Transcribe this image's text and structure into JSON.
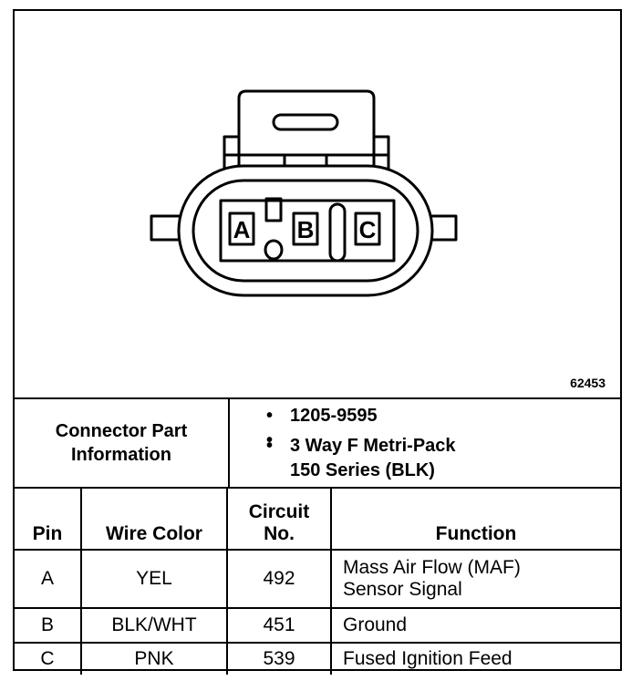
{
  "figure_number": "62453",
  "connector": {
    "pin_letters": [
      "A",
      "B",
      "C"
    ]
  },
  "part_info": {
    "label_line1": "Connector Part",
    "label_line2": "Information",
    "bullet1": "1205-9595",
    "bullet2_line1": "3 Way F Metri-Pack",
    "bullet2_line2": "150 Series (BLK)"
  },
  "pin_table": {
    "headers": {
      "pin": "Pin",
      "wire_color": "Wire Color",
      "circuit_line1": "Circuit",
      "circuit_line2": "No.",
      "function": "Function"
    },
    "rows": [
      {
        "pin": "A",
        "wire_color": "YEL",
        "circuit": "492",
        "function_line1": "Mass Air Flow (MAF)",
        "function_line2": "Sensor Signal"
      },
      {
        "pin": "B",
        "wire_color": "BLK/WHT",
        "circuit": "451",
        "function_line1": "Ground"
      },
      {
        "pin": "C",
        "wire_color": "PNK",
        "circuit": "539",
        "function_line1": "Fused Ignition Feed"
      }
    ]
  }
}
